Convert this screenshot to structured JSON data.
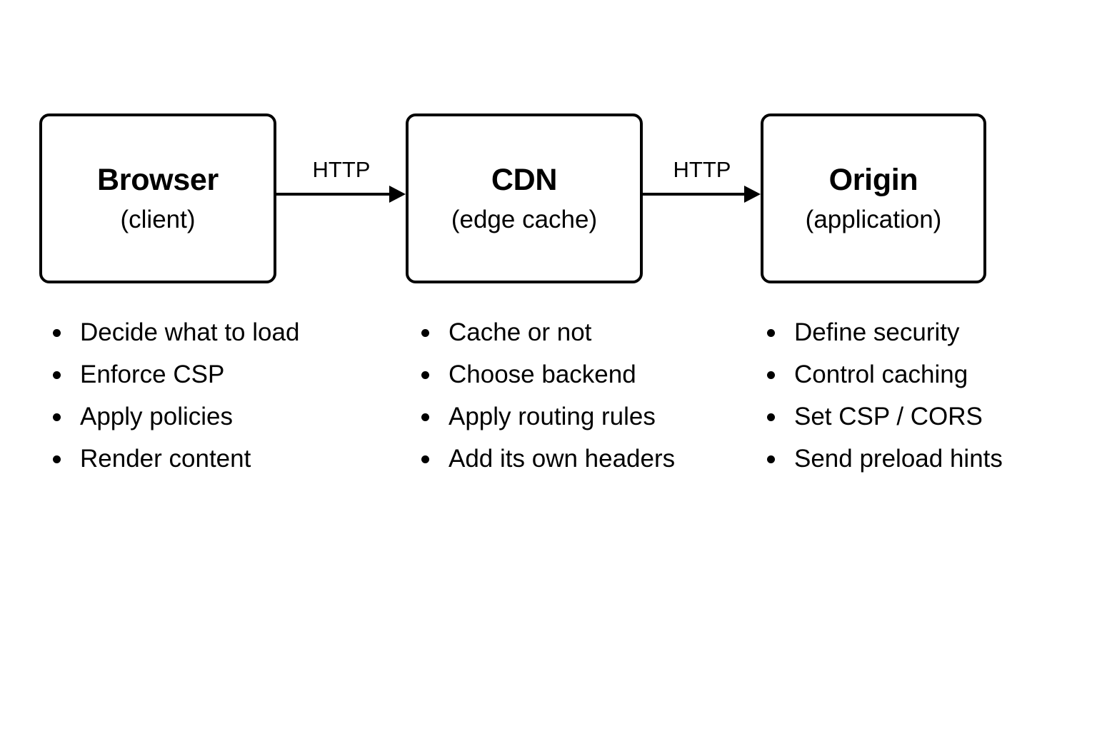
{
  "diagram": {
    "type": "flow-diagram",
    "background_color": "#ffffff",
    "stroke_color": "#000000",
    "nodes": [
      {
        "id": "browser",
        "title": "Browser",
        "subtitle": "(client)",
        "responsibilities": [
          "Decide what to load",
          "Enforce CSP",
          "Apply policies",
          "Render content"
        ]
      },
      {
        "id": "cdn",
        "title": "CDN",
        "subtitle": "(edge cache)",
        "responsibilities": [
          "Cache or not",
          "Choose backend",
          "Apply routing rules",
          "Add its own headers"
        ]
      },
      {
        "id": "origin",
        "title": "Origin",
        "subtitle": "(application)",
        "responsibilities": [
          "Define security",
          "Control caching",
          "Set CSP / CORS",
          "Send preload hints"
        ]
      }
    ],
    "edges": [
      {
        "id": "browser-to-cdn",
        "from": "browser",
        "to": "cdn",
        "label": "HTTP",
        "direction": "right"
      },
      {
        "id": "cdn-to-origin",
        "from": "cdn",
        "to": "origin",
        "label": "HTTP",
        "direction": "right"
      }
    ]
  }
}
